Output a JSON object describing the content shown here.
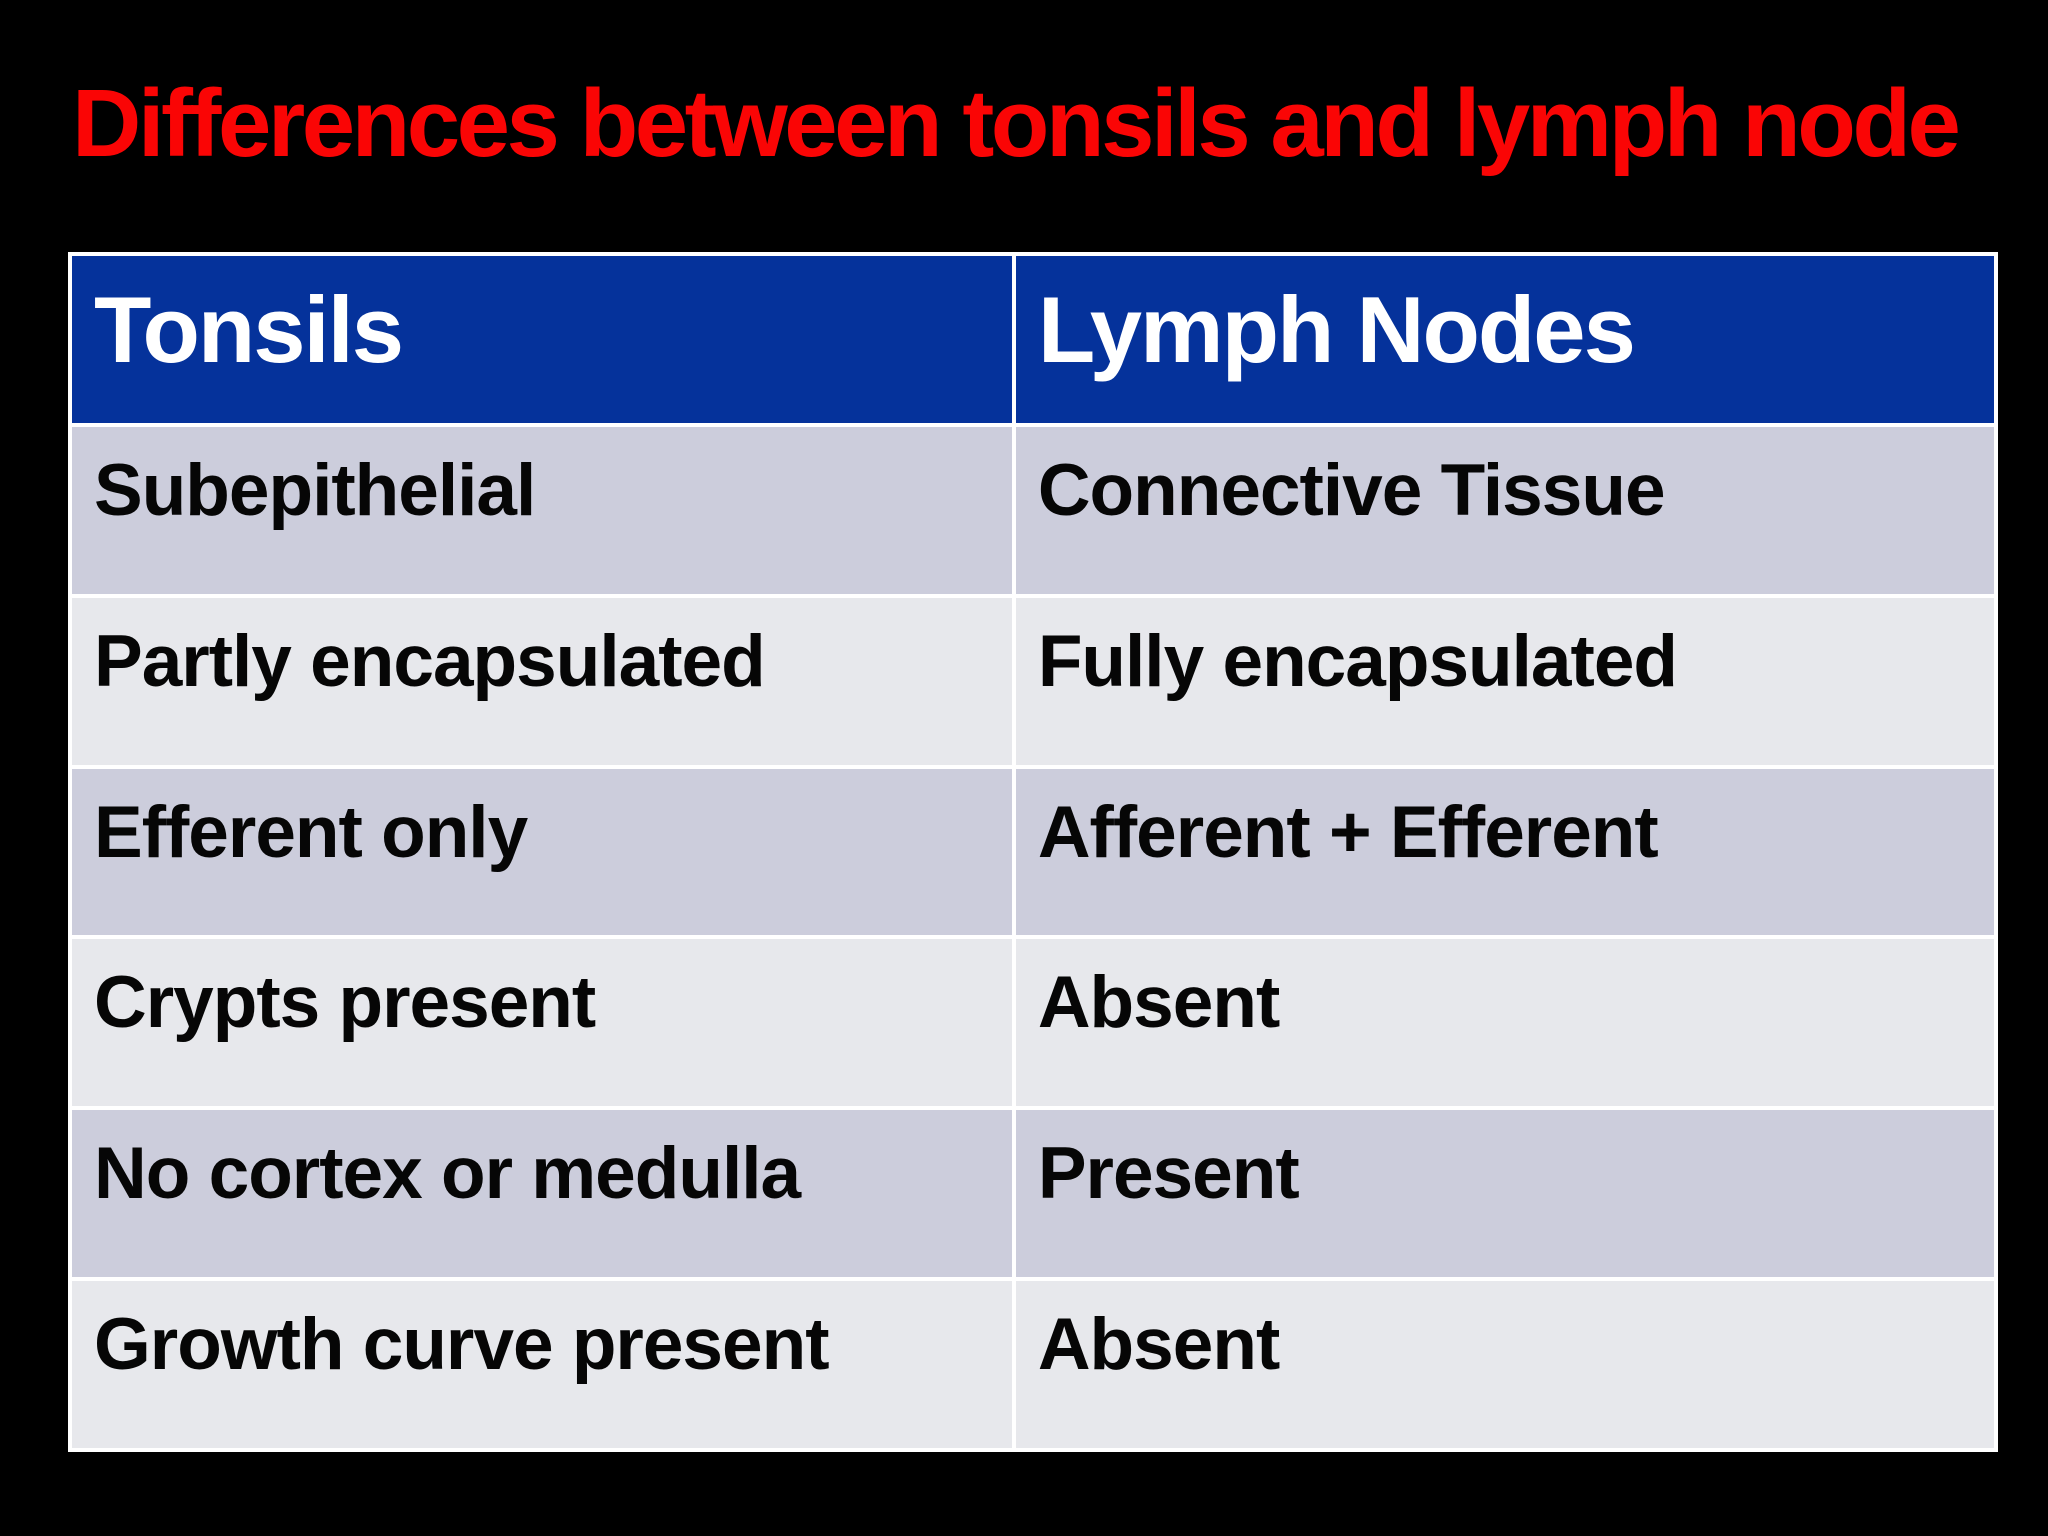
{
  "slide": {
    "title": "Differences between tonsils and lymph node"
  },
  "colors": {
    "background": "#000000",
    "title_red": "#fa0505",
    "header_blue": "#05329b",
    "header_text": "#ffffff",
    "row_dark": "#cccddc",
    "row_light": "#e7e8ec",
    "separator": "#ffffff",
    "body_text": "#060606"
  },
  "table": {
    "columns": [
      {
        "key": "tonsils",
        "label": "Tonsils"
      },
      {
        "key": "lymph_nodes",
        "label": "Lymph Nodes"
      }
    ],
    "rows": [
      {
        "tonsils": "Subepithelial",
        "lymph_nodes": "Connective Tissue"
      },
      {
        "tonsils": "Partly encapsulated",
        "lymph_nodes": "Fully encapsulated"
      },
      {
        "tonsils": "Efferent only",
        "lymph_nodes": "Afferent + Efferent"
      },
      {
        "tonsils": "Crypts present",
        "lymph_nodes": "Absent"
      },
      {
        "tonsils": "No cortex or medulla",
        "lymph_nodes": "Present"
      },
      {
        "tonsils": "Growth curve present",
        "lymph_nodes": "Absent"
      }
    ]
  }
}
